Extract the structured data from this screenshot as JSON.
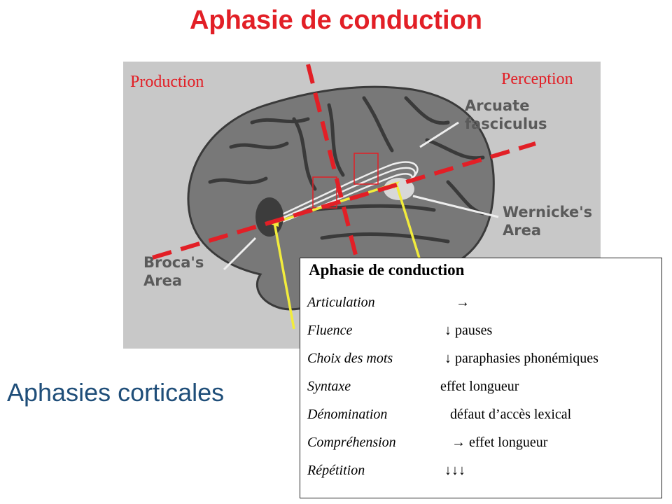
{
  "title": "Aphasie de conduction",
  "labels": {
    "production": "Production",
    "perception": "Perception",
    "arcuate": "Arcuate\nfasciculus",
    "wernicke": "Wernicke's\nArea",
    "broca": "Broca's\nArea"
  },
  "subtitle": "Aphasies corticales",
  "colors": {
    "title": "#e21f26",
    "region_label": "#e21f26",
    "dashed_line": "#e21f26",
    "yellow_line": "#f2ec3c",
    "subtitle": "#1f4e79",
    "brain_background": "#c8c8c8"
  },
  "box": {
    "title": "Aphasie de conduction",
    "rows": [
      {
        "key": "Articulation",
        "value": "→"
      },
      {
        "key": "Fluence",
        "value": "↓ pauses"
      },
      {
        "key": "Choix des mots",
        "value": "↓ paraphasies phonémiques"
      },
      {
        "key": "Syntaxe",
        "value": "effet longueur"
      },
      {
        "key": "Dénomination",
        "value": "défaut d’accès lexical"
      },
      {
        "key": "Compréhension",
        "value": "→ effet longueur"
      },
      {
        "key": "Répétition",
        "value": "↓↓↓"
      }
    ]
  }
}
